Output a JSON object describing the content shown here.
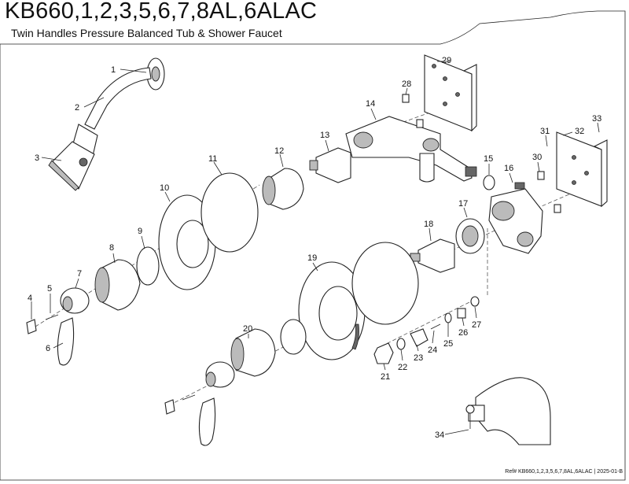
{
  "header": {
    "title": "KB660,1,2,3,5,6,7,8AL,6ALAC",
    "subtitle": "Twin Handles Pressure Balanced Tub & Shower Faucet"
  },
  "footer": {
    "ref": "Ref# KB660,1,2,3,5,6,7,8AL,6ALAC | 2025-01-B"
  },
  "callouts": [
    "1",
    "2",
    "3",
    "4",
    "5",
    "6",
    "7",
    "8",
    "9",
    "10",
    "11",
    "12",
    "13",
    "14",
    "15",
    "16",
    "17",
    "18",
    "19",
    "20",
    "21",
    "22",
    "23",
    "24",
    "25",
    "26",
    "27",
    "28",
    "29",
    "30",
    "31",
    "32",
    "33",
    "34"
  ]
}
